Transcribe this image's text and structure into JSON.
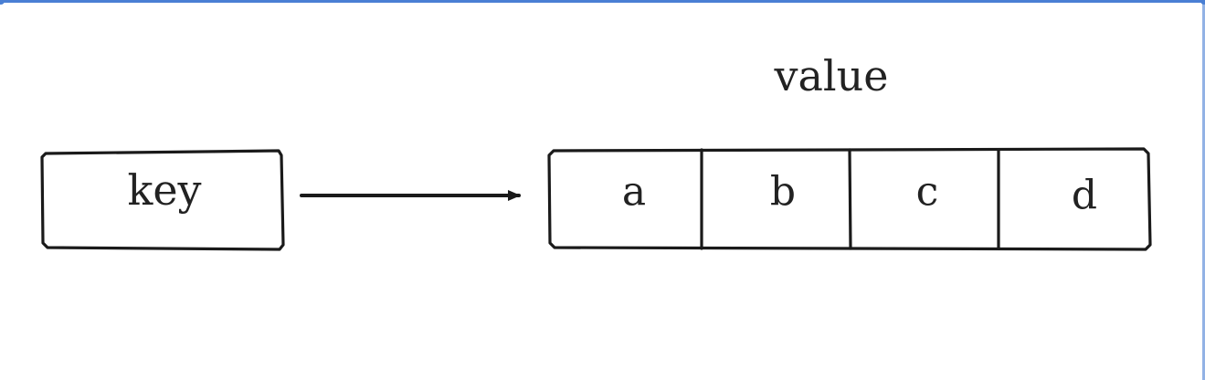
{
  "diagram": {
    "key_label": "key",
    "value_label": "value",
    "cells": [
      "a",
      "b",
      "c",
      "d"
    ]
  },
  "colors": {
    "stroke": "#1a1a1a",
    "frame": "#4a7fd4"
  }
}
